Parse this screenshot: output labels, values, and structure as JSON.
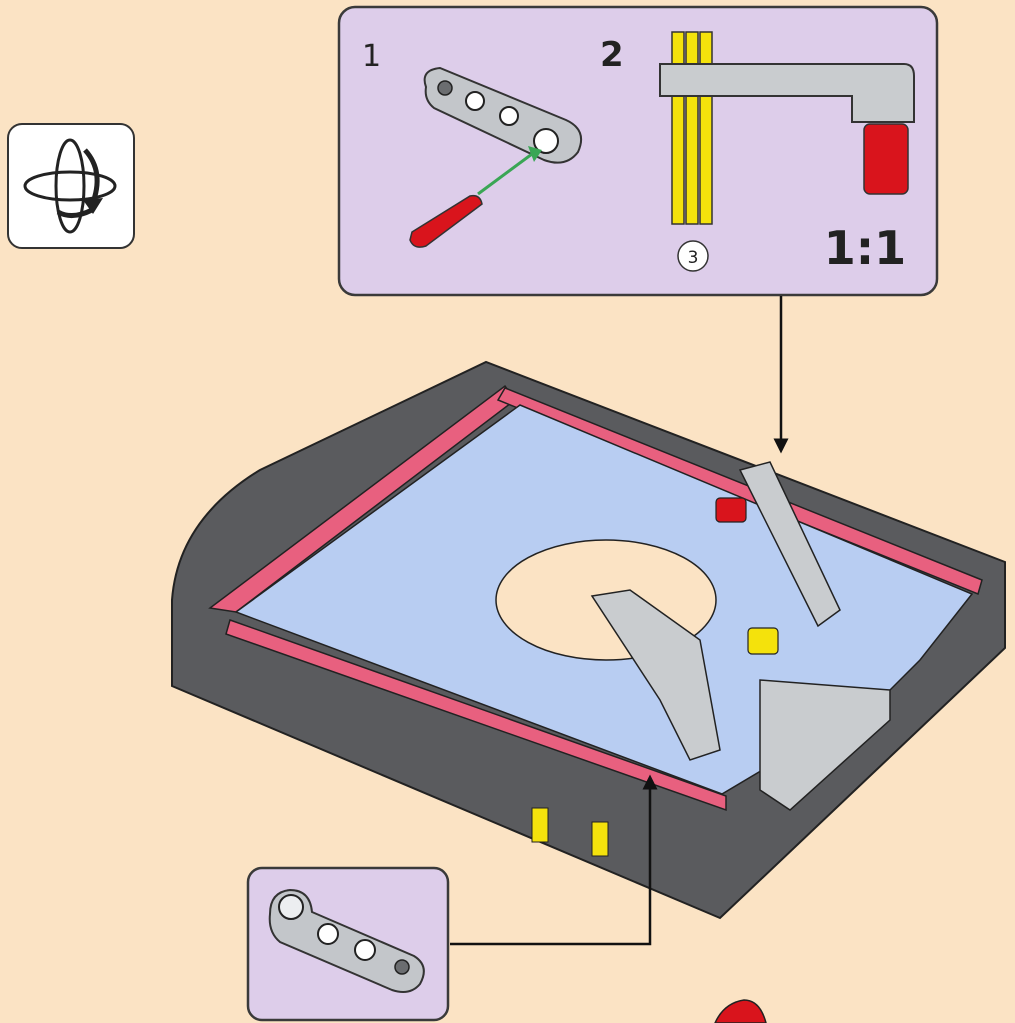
{
  "colors": {
    "background": "#fbe3c4",
    "callout_fill": "#ddcdea",
    "callout_stroke": "#3a3a3a",
    "rotate_box_fill": "#ffffff",
    "dark_gray": "#5a5b5e",
    "light_gray": "#b9bcc0",
    "light_blue": "#b8cdf2",
    "pink": "#e8607f",
    "red": "#d9141c",
    "yellow": "#f4e20c",
    "arrow_green": "#3aa655"
  },
  "rotate_icon": {
    "name": "rotate-model-icon"
  },
  "callout_top": {
    "step1_number": "1",
    "step2_number": "2",
    "quantity": "3",
    "scale": "1:1"
  },
  "callout_bottom": {},
  "footer_partial": {}
}
